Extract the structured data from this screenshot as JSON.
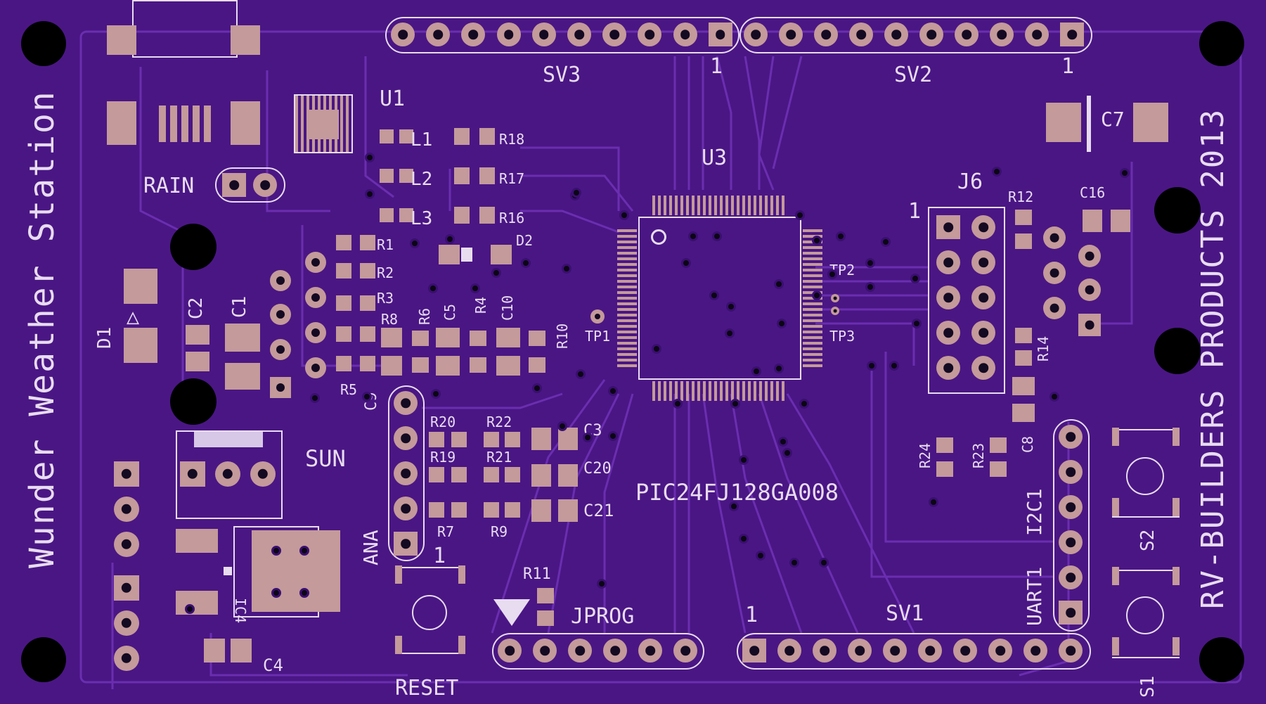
{
  "board": {
    "title": "Wunder Weather Station",
    "maker": "RV-BUILDERS PRODUCTS 2013",
    "colors": {
      "board": "#4a1684",
      "trace": "#6a2eb0",
      "silk": "#e8dcf0",
      "copper": "#c49a9a"
    }
  },
  "labels": {
    "sv3": "SV3",
    "sv2": "SV2",
    "sv1": "SV1",
    "u1": "U1",
    "u3": "U3",
    "c7": "C7",
    "c16": "C16",
    "j6": "J6",
    "r12": "R12",
    "rain": "RAIN",
    "l1": "L1",
    "l2": "L2",
    "l3": "L3",
    "r18": "R18",
    "r17": "R17",
    "r16": "R16",
    "d2": "D2",
    "r1": "R1",
    "r2": "R2",
    "r3": "R3",
    "r8": "R8",
    "r6": "R6",
    "c5": "C5",
    "r4": "R4",
    "c10": "C10",
    "r10": "R10",
    "r5": "R5",
    "c9": "C9",
    "d1": "D1",
    "c2": "C2",
    "c1": "C1",
    "tp1": "TP1",
    "tp2": "TP2",
    "tp3": "TP3",
    "r14": "R14",
    "r20": "R20",
    "r22": "R22",
    "r19": "R19",
    "r21": "R21",
    "r7": "R7",
    "r9": "R9",
    "c3": "C3",
    "c20": "C20",
    "c21": "C21",
    "mcu": "PIC24FJ128GA008",
    "r24": "R24",
    "r23": "R23",
    "c8": "C8",
    "sun": "SUN",
    "ic4": "IC4",
    "ana": "ANA",
    "r11": "R11",
    "jprog": "JPROG",
    "reset": "RESET",
    "c4": "C4",
    "i2c1": "I2C1",
    "uart1": "UART1",
    "s1": "S1",
    "s2": "S2",
    "pin1": "1"
  }
}
